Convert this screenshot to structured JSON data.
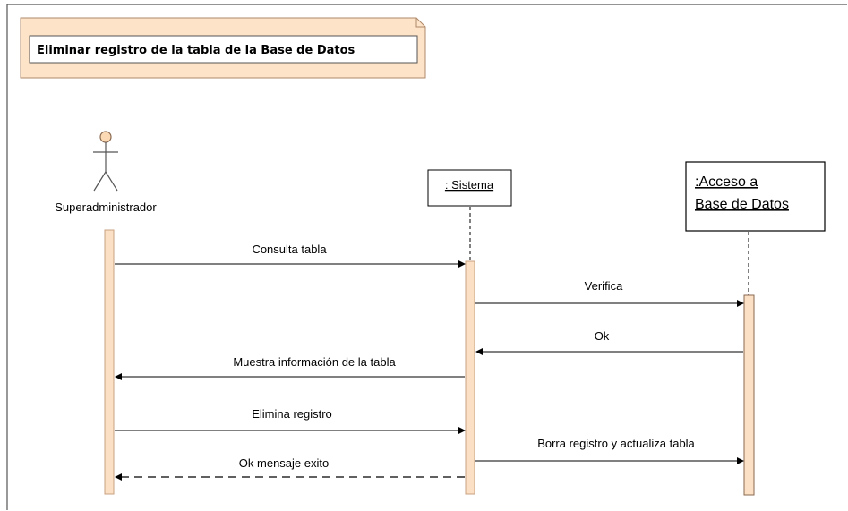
{
  "frame_title": "Eliminar registro de la tabla de la Base de Datos",
  "actor": {
    "name": "Superadministrador"
  },
  "lifelines": [
    {
      "line1": ": Sistema",
      "line2": ""
    },
    {
      "line1": ":Acceso a",
      "line2": "Base de Datos"
    }
  ],
  "messages": [
    {
      "label": "Consulta tabla",
      "from": "Superadministrador",
      "to": ": Sistema",
      "style": "solid"
    },
    {
      "label": "Verifica",
      "from": ": Sistema",
      "to": ":Acceso a Base de Datos",
      "style": "solid"
    },
    {
      "label": "Ok",
      "from": ":Acceso a Base de Datos",
      "to": ": Sistema",
      "style": "solid"
    },
    {
      "label": "Muestra información de la tabla",
      "from": ": Sistema",
      "to": "Superadministrador",
      "style": "solid"
    },
    {
      "label": "Elimina registro",
      "from": "Superadministrador",
      "to": ": Sistema",
      "style": "solid"
    },
    {
      "label": "Borra registro y actualiza tabla",
      "from": ": Sistema",
      "to": ":Acceso a Base de Datos",
      "style": "solid"
    },
    {
      "label": "Ok mensaje exito",
      "from": ": Sistema",
      "to": "Superadministrador",
      "style": "dashed"
    }
  ],
  "colors": {
    "note_fill": "#fde3c8",
    "activation_fill": "#fbe0c5",
    "activation_border": "#c8a080",
    "actor_head": "#fbd9b5",
    "line": "#000000"
  }
}
